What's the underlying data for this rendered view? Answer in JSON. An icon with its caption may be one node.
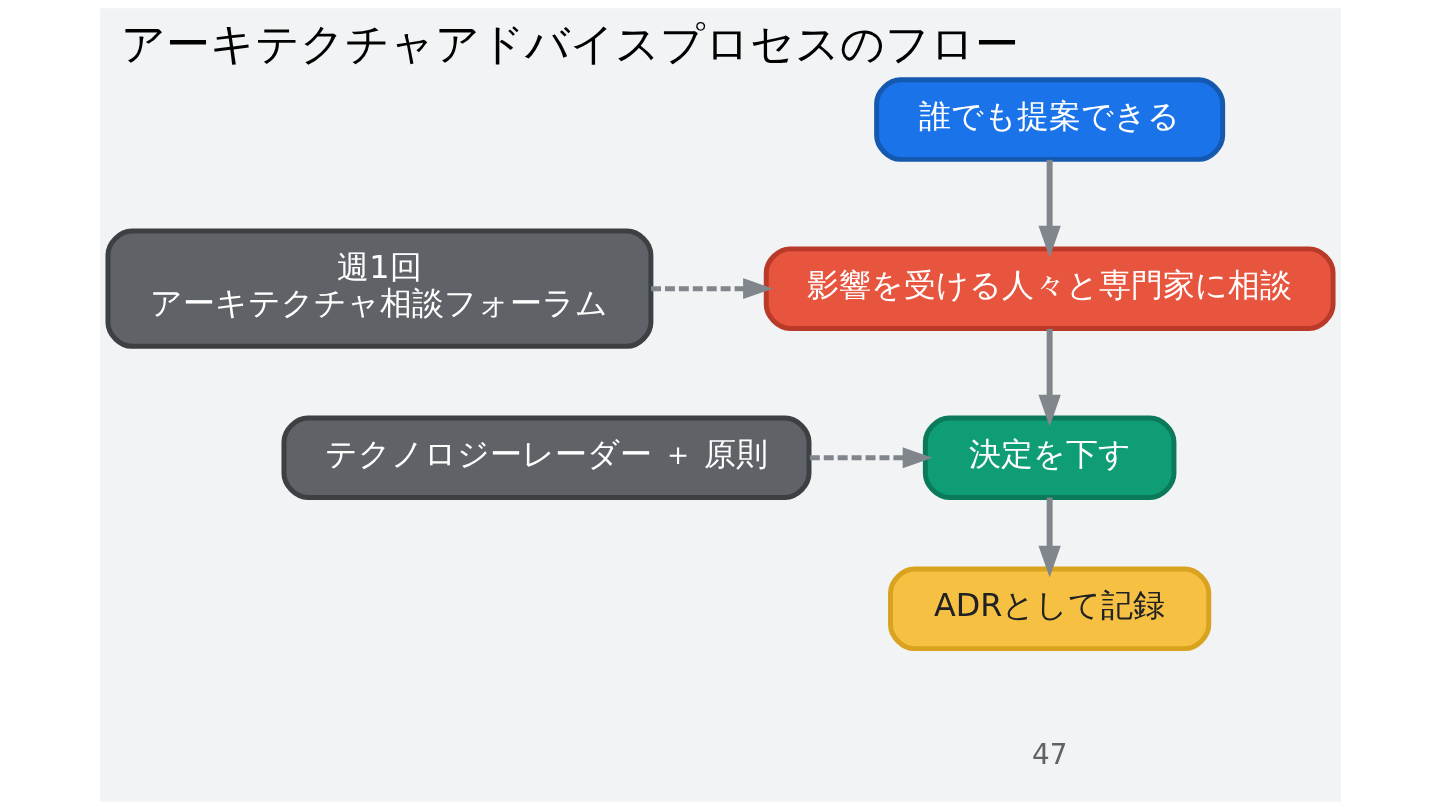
{
  "diagram": {
    "title": "アーキテクチャアドバイスプロセスのフロー",
    "nodes": [
      {
        "text": [
          "誰でも提案できる"
        ]
      },
      {
        "text": [
          "週1回",
          "アーキテクチャ相談フォーラム"
        ]
      },
      {
        "text": [
          "影響を受ける人々と専門家に相談"
        ]
      },
      {
        "text": [
          "決定を下す"
        ]
      },
      {
        "text": [
          "テクノロジーレーダー ＋ 原則"
        ]
      },
      {
        "text": [
          "ADRとして記録"
        ]
      }
    ],
    "edges": [
      {
        "from": 0,
        "to": 2,
        "arrow": "to"
      },
      {
        "from": 1,
        "to": 2,
        "arrow": "to",
        "style": "dashed"
      },
      {
        "from": 2,
        "to": 3,
        "arrow": "to"
      },
      {
        "from": 4,
        "to": 3,
        "arrow": "to",
        "style": "dashed"
      },
      {
        "from": 3,
        "to": 5,
        "arrow": "to"
      }
    ],
    "labels": [
      "47"
    ]
  }
}
